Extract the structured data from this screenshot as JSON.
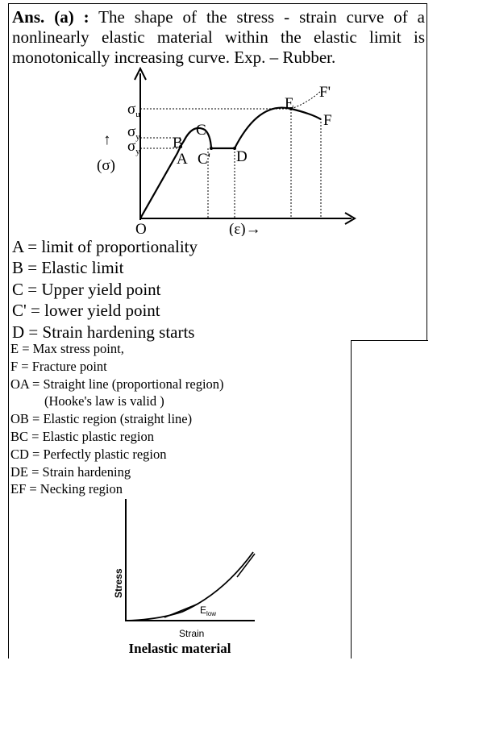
{
  "answer": {
    "label": "Ans. (a) :",
    "text": " The shape of the stress - strain curve of a nonlinearly elastic material within the elastic limit is monotonically increasing curve. Exp. – Rubber."
  },
  "graph1": {
    "sigma_u": "σ",
    "sigma_u_sub": "u",
    "sigma_y": "σ",
    "sigma_y_sub": "y",
    "sigma_y2": "σ",
    "sigma_y2_sub": "y'",
    "arrow_up": "↑",
    "axis_y_label": "(σ)",
    "axis_x_label": "(ε)→",
    "origin": "O",
    "points": {
      "A": "A",
      "B": "B",
      "C": "C",
      "C2": "C'",
      "D": "D",
      "E": "E",
      "F": "F",
      "F2": "F'"
    }
  },
  "definitions_large": [
    "A = limit of proportionality",
    "B = Elastic limit",
    "C = Upper yield point",
    "C' = lower yield point",
    "D = Strain hardening starts"
  ],
  "definitions_small": [
    "E = Max stress point,",
    "F = Fracture point",
    "OA = Straight line (proportional region)",
    "(Hooke's law is valid )",
    "OB = Elastic region (straight line)",
    "BC = Elastic plastic region",
    "CD = Perfectly plastic region",
    "DE = Strain hardening",
    "EF = Necking region"
  ],
  "graph2": {
    "ylabel": "Stress",
    "xlabel": "Strain",
    "e_label": "E",
    "e_sub": "low",
    "caption": "Inelastic material"
  }
}
